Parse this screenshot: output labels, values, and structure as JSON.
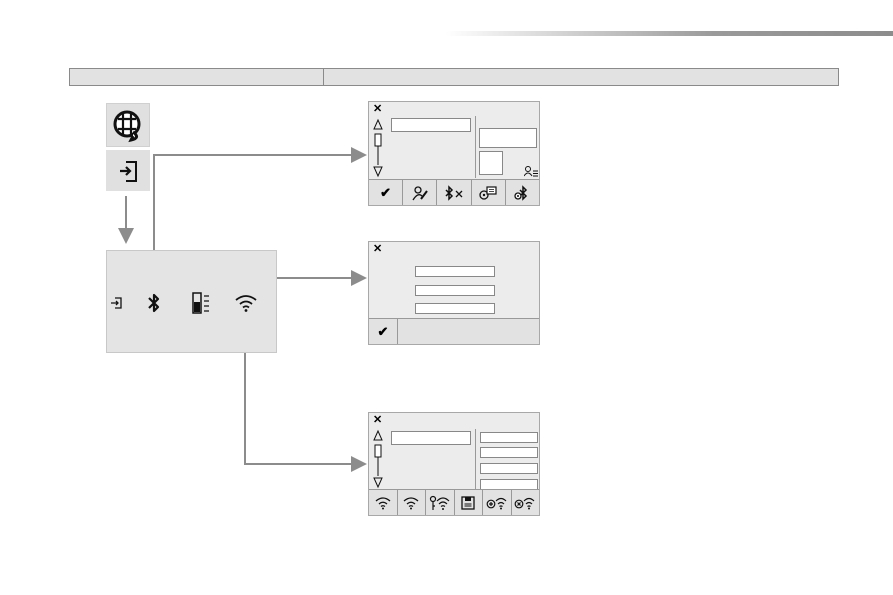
{
  "header": {
    "cells": [
      "",
      ""
    ]
  },
  "panel": {
    "icons": [
      "source-icon",
      "bluetooth-icon",
      "phone-list-icon",
      "wifi-icon"
    ]
  },
  "screens": [
    {
      "name": "bluetooth-screen",
      "bar_icons": [
        "check-icon",
        "person-edit-icon",
        "bluetooth-x-icon",
        "phone-settings-icon",
        "bluetooth-gear-icon"
      ]
    },
    {
      "name": "profile-screen",
      "bar_icons": [
        "check-icon"
      ]
    },
    {
      "name": "wifi-screen",
      "bar_icons": [
        "wifi-icon",
        "wifi-icon",
        "wifi-key-icon",
        "save-icon",
        "wifi-add-icon",
        "wifi-remove-icon"
      ]
    }
  ],
  "colors": {
    "arrow": "#8c8c8c",
    "panel": "#e4e4e4",
    "screen": "#ececec",
    "header": "#e2e2e2"
  }
}
